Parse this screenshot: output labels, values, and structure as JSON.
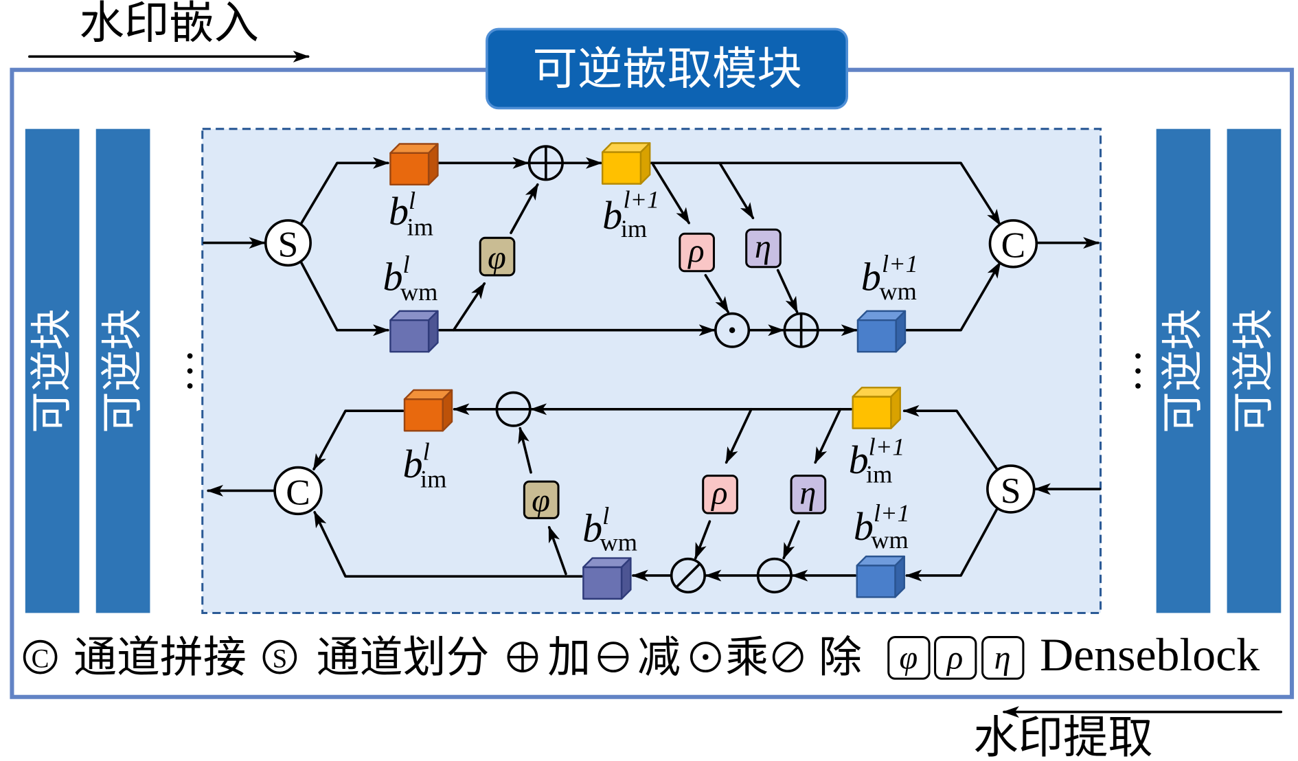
{
  "embed_label": "水印嵌入",
  "extract_label": "水印提取",
  "title": "可逆嵌取模块",
  "blocks": {
    "left": [
      "可逆块",
      "可逆块"
    ],
    "right": [
      "可逆块",
      "可逆块"
    ]
  },
  "ops": {
    "split": "S",
    "concat": "C"
  },
  "denseblocks": {
    "phi": "φ",
    "rho": "ρ",
    "eta": "η"
  },
  "forward": {
    "image_in": {
      "base": "b",
      "sup": "l",
      "sub": "im"
    },
    "image_out": {
      "base": "b",
      "sup": "l+1",
      "sub": "im"
    },
    "watermark_in": {
      "base": "b",
      "sup": "l",
      "sub": "wm"
    },
    "watermark_out": {
      "base": "b",
      "sup": "l+1",
      "sub": "wm"
    }
  },
  "backward": {
    "image_in": {
      "base": "b",
      "sup": "l+1",
      "sub": "im"
    },
    "image_out": {
      "base": "b",
      "sup": "l",
      "sub": "im"
    },
    "watermark_in": {
      "base": "b",
      "sup": "l+1",
      "sub": "wm"
    },
    "watermark_out": {
      "base": "b",
      "sup": "l",
      "sub": "wm"
    }
  },
  "legend": {
    "concat": "通道拼接",
    "split": "通道划分",
    "add": "加",
    "subtract": "减",
    "multiply": "乘",
    "divide": "除",
    "denseblock": "Denseblock"
  },
  "icons": {
    "add": "circled-plus-icon",
    "subtract": "circled-minus-icon",
    "multiply": "circled-dot-icon",
    "divide": "circled-slash-icon"
  },
  "colors": {
    "frame": "#6283c5",
    "title_box": "#0d63b3",
    "title_box_border": "#4f8fd6",
    "reversible_block": "#2e75b6",
    "region_fill": "#dde9f8",
    "region_border": "#2b5a96",
    "phi": "#c9bc93",
    "rho": "#f9c6c6",
    "eta": "#c8bfe3",
    "cubes": {
      "orange": {
        "front": "#e8690e",
        "top": "#f2913a",
        "side": "#bd5209",
        "edge": "#9a4612"
      },
      "yellow": {
        "front": "#ffc000",
        "top": "#ffd24a",
        "side": "#d9a200",
        "edge": "#b58a00"
      },
      "slate": {
        "front": "#6a72b2",
        "top": "#8a91c8",
        "side": "#4d5593",
        "edge": "#2f3b7a"
      },
      "blue": {
        "front": "#4a7fcb",
        "top": "#6f9bdc",
        "side": "#3463a8",
        "edge": "#2a5490"
      }
    }
  }
}
